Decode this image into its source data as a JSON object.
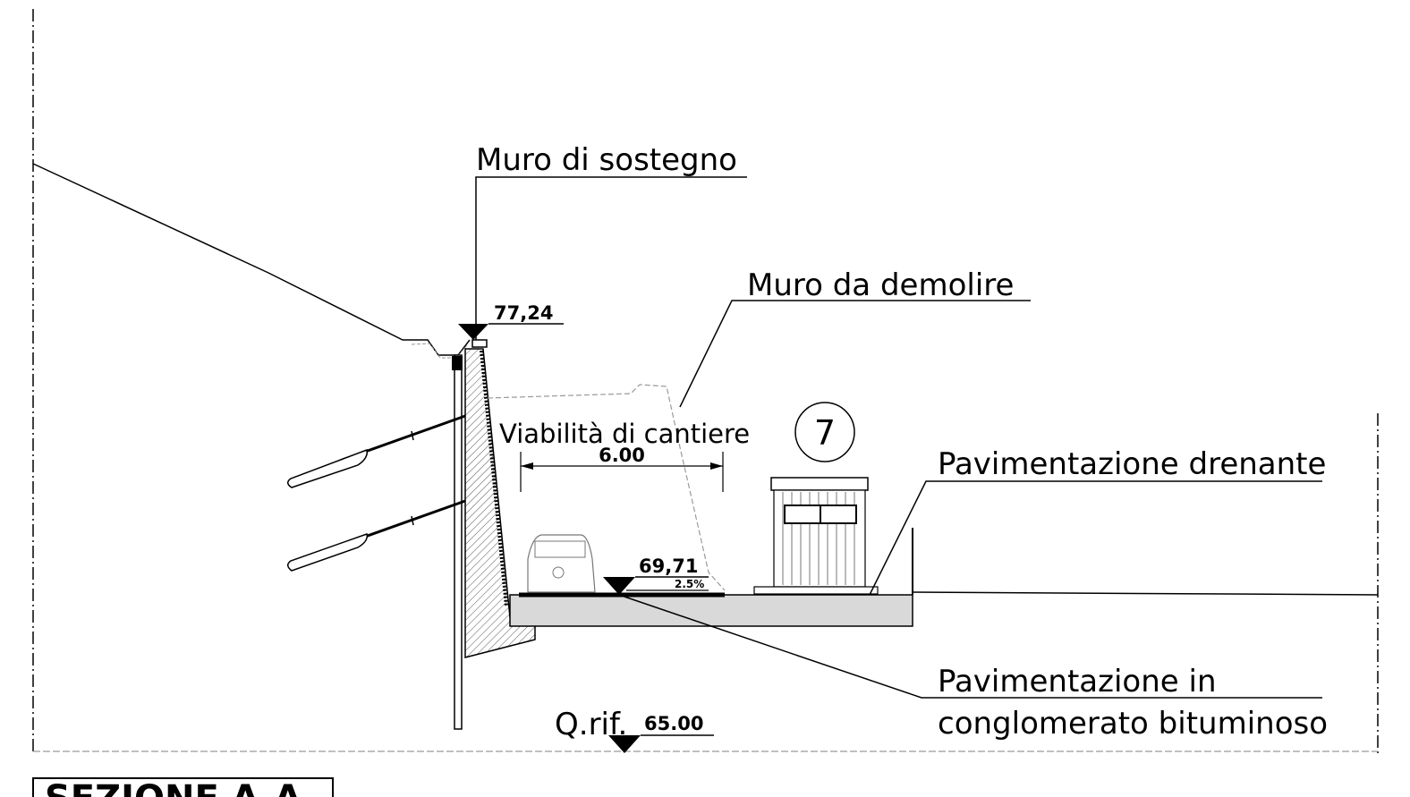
{
  "labels": {
    "retaining_wall": "Muro di sostegno",
    "wall_to_demolish": "Muro da demolire",
    "site_road": "Viabilità di cantiere",
    "site_road_width": "6.00",
    "draining_paving": "Pavimentazione drenante",
    "bitumen_paving_line1": "Pavimentazione in",
    "bitumen_paving_line2": "conglomerato bituminoso",
    "reference_prefix": "Q.rif.",
    "section_title": "SEZIONE A-A",
    "callout_number": "7"
  },
  "elevations": {
    "wall_top": "77,24",
    "road_level": "69,71",
    "reference": "65.00"
  },
  "slope": "2.5%",
  "colors": {
    "line": "#000000",
    "dashed": "#9a9a9a",
    "fill": "#d9d9d9",
    "background": "#ffffff"
  }
}
